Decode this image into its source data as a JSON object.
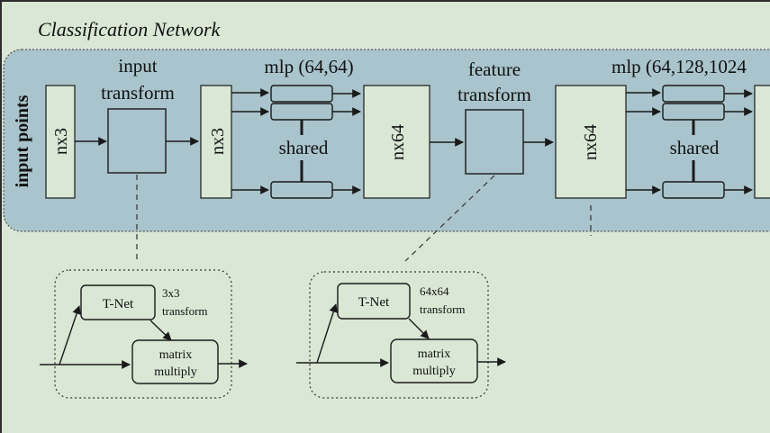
{
  "title": "Classification Network",
  "side_label": "input points",
  "blocks": {
    "input_box": "nx3",
    "after_transform_box": "nx3",
    "mid_box": "nx64",
    "after_feature_box": "nx64"
  },
  "stage_labels": {
    "input_transform_line1": "input",
    "input_transform_line2": "transform",
    "mlp1": "mlp (64,64)",
    "feature_transform_line1": "feature",
    "feature_transform_line2": "transform",
    "mlp2": "mlp (64,128,1024"
  },
  "shared_label": "shared",
  "detail_small": {
    "tnet": "T-Net",
    "transform_line1": "3x3",
    "transform_line2": "transform",
    "matrix_line1": "matrix",
    "matrix_line2": "multiply"
  },
  "detail_large": {
    "tnet": "T-Net",
    "transform_line1": "64x64",
    "transform_line2": "transform",
    "matrix_line1": "matrix",
    "matrix_line2": "multiply"
  },
  "colors": {
    "page_bg": "#d9e7d4",
    "panel_fill": "#a9c4cc",
    "box_fill": "#d9e7d4",
    "stroke": "#1a1a1a"
  }
}
